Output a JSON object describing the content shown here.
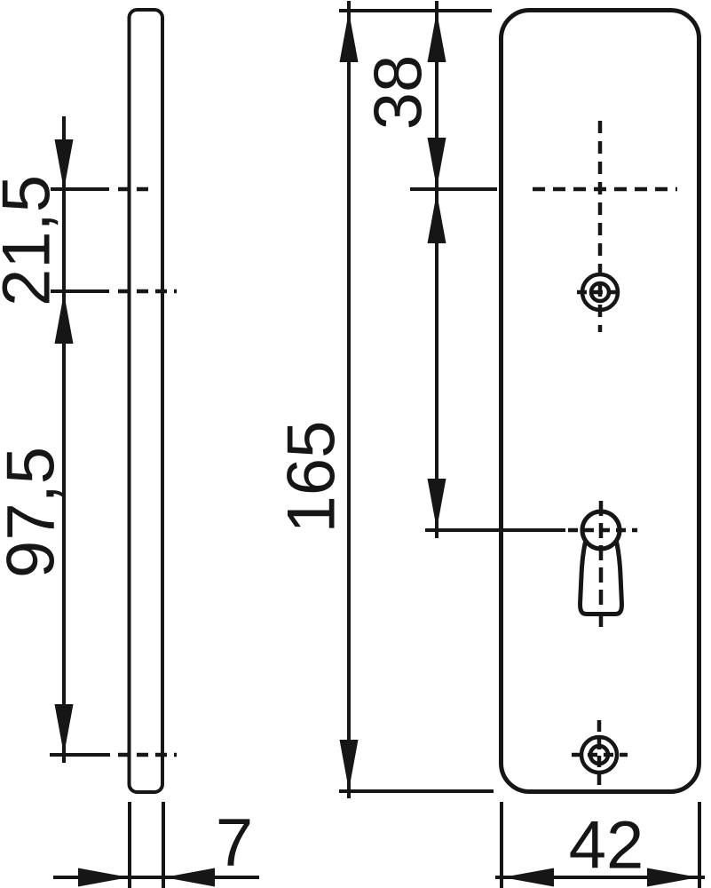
{
  "drawing": {
    "colors": {
      "ink": "#161616",
      "paper": "#ffffff"
    },
    "dimensions": {
      "lever_axis_to_top_screw": "21,5",
      "screw_to_screw": "97,5",
      "plate_length": "165",
      "top_edge_to_lever_axis": "38",
      "plate_thickness": "7",
      "plate_width": "42"
    }
  }
}
